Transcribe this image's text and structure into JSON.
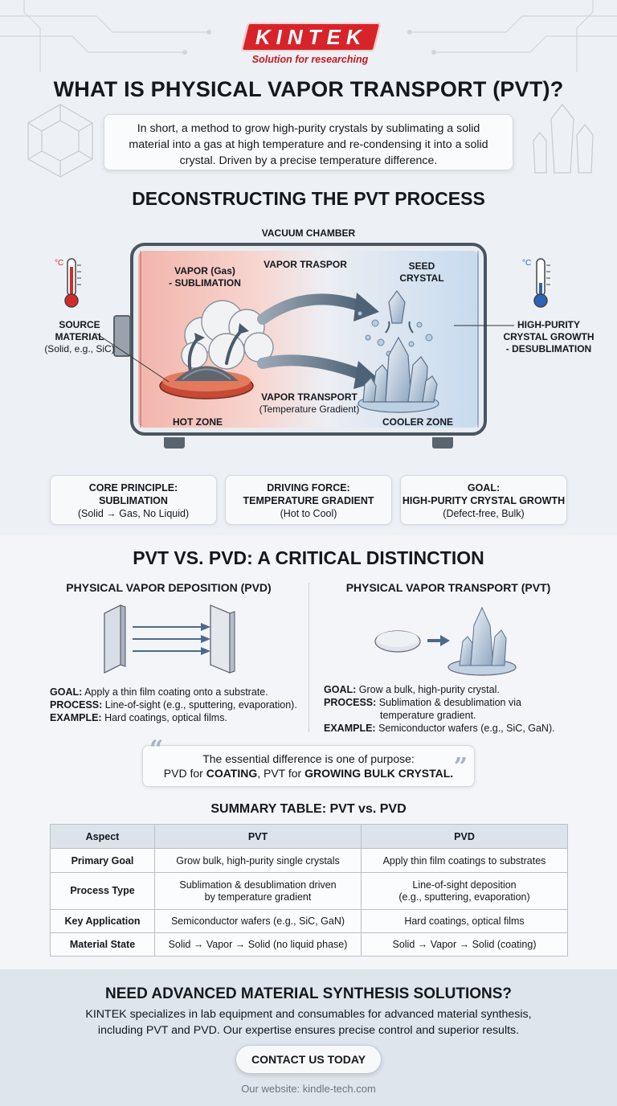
{
  "logo": {
    "brand": "KINTEK",
    "tagline": "Solution for researching"
  },
  "title": "WHAT IS PHYSICAL VAPOR TRANSPORT (PVT)?",
  "intro": "In short, a method to grow high-purity crystals by sublimating a solid material into a gas at high temperature and re-condensing it into a solid crystal. Driven by a precise temperature difference.",
  "process": {
    "title": "DECONSTRUCTING THE PVT PROCESS",
    "chamber_label": "VACUUM CHAMBER",
    "vapor_line1": "VAPOR (Gas)",
    "vapor_line2": "- SUBLIMATION",
    "transport_top": "VAPOR TRASPOR",
    "seed_line1": "SEED",
    "seed_line2": "CRYSTAL",
    "source_line1": "SOURCE",
    "source_line2": "MATERIAL",
    "source_line3": "(Solid, e.g., SiC)",
    "transport_bottom": "VAPOR TRANSPORT",
    "transport_bottom_sub": "(Temperature Gradient)",
    "hot_zone": "HOT ZONE",
    "cooler_zone": "COOLER ZONE",
    "growth_line1": "HIGH-PURITY",
    "growth_line2": "CRYSTAL GROWTH",
    "growth_line3": "- DESUBLIMATION",
    "thermo_unit": "°C"
  },
  "cards": [
    {
      "line1": "CORE PRINCIPLE:",
      "line2": "SUBLIMATION",
      "line3": "(Solid → Gas, No Liquid)"
    },
    {
      "line1": "DRIVING FORCE:",
      "line2": "TEMPERATURE GRADIENT",
      "line3": "(Hot to Cool)"
    },
    {
      "line1": "GOAL:",
      "line2": "HIGH-PURITY CRYSTAL GROWTH",
      "line3": "(Defect-free, Bulk)"
    }
  ],
  "compare": {
    "title": "PVT VS. PVD: A CRITICAL DISTINCTION",
    "pvd": {
      "title": "PHYSICAL VAPOR DEPOSITION (PVD)",
      "goal_label": "GOAL:",
      "goal": "Apply a thin film coating onto a substrate.",
      "process_label": "PROCESS:",
      "process": "Line-of-sight (e.g., sputtering, evaporation).",
      "example_label": "EXAMPLE:",
      "example": "Hard coatings, optical films."
    },
    "pvt": {
      "title": "PHYSICAL VAPOR TRANSPORT (PVT)",
      "goal_label": "GOAL:",
      "goal": "Grow a bulk, high-purity crystal.",
      "process_label": "PROCESS:",
      "process_line1": "Sublimation & desublimation via",
      "process_line2": "temperature gradient.",
      "example_label": "EXAMPLE:",
      "example": "Semiconductor wafers (e.g., SiC, GaN)."
    },
    "quote_line1": "The essential difference is one of purpose:",
    "quote_a": "PVD for ",
    "quote_b": "COATING",
    "quote_c": ", PVT for ",
    "quote_d": "GROWING BULK CRYSTAL."
  },
  "table": {
    "title": "SUMMARY TABLE: PVT vs. PVD",
    "headers": [
      "Aspect",
      "PVT",
      "PVD"
    ],
    "rows": [
      {
        "aspect": "Primary Goal",
        "pvt": "Grow bulk, high-purity single crystals",
        "pvd": "Apply thin film coatings to substrates"
      },
      {
        "aspect": "Process Type",
        "pvt_line1": "Sublimation & desublimation driven",
        "pvt_line2": "by temperature gradient",
        "pvd_line1": "Line-of-sight deposition",
        "pvd_line2": "(e.g., sputtering, evaporation)"
      },
      {
        "aspect": "Key Application",
        "pvt": "Semiconductor wafers (e.g., SiC, GaN)",
        "pvd": "Hard coatings, optical films"
      },
      {
        "aspect": "Material State",
        "pvt": "Solid → Vapor → Solid (no liquid phase)",
        "pvd": "Solid → Vapor → Solid (coating)"
      }
    ]
  },
  "footer": {
    "title": "NEED ADVANCED MATERIAL SYNTHESIS SOLUTIONS?",
    "text_line1": "KINTEK specializes in lab equipment and consumables for advanced material synthesis,",
    "text_line2": "including PVT and PVD. Our expertise ensures precise control and superior results.",
    "button": "CONTACT US TODAY",
    "website": "Our website: kindle-tech.com"
  },
  "colors": {
    "brand_red": "#d7242b",
    "hot": "#f2b3aa",
    "cool": "#c5daee",
    "text": "#14181d"
  }
}
